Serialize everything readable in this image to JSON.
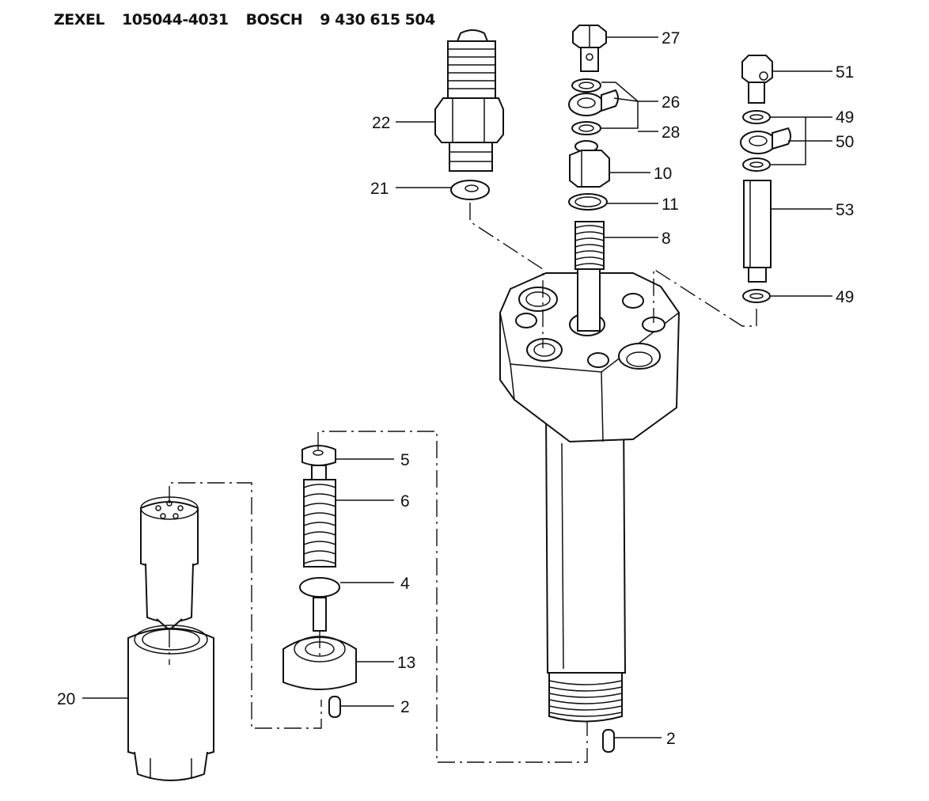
{
  "header": {
    "brand1": "ZEXEL",
    "part1": "105044-4031",
    "brand2": "BOSCH",
    "part2": "9 430 615 504"
  },
  "labels": {
    "p27": "27",
    "p26": "26",
    "p28": "28",
    "p10": "10",
    "p11": "11",
    "p8": "8",
    "p22": "22",
    "p21": "21",
    "p51": "51",
    "p49a": "49",
    "p50": "50",
    "p53": "53",
    "p49b": "49",
    "p5": "5",
    "p6": "6",
    "p4": "4",
    "p13": "13",
    "p2a": "2",
    "p2b": "2",
    "p20": "20"
  }
}
